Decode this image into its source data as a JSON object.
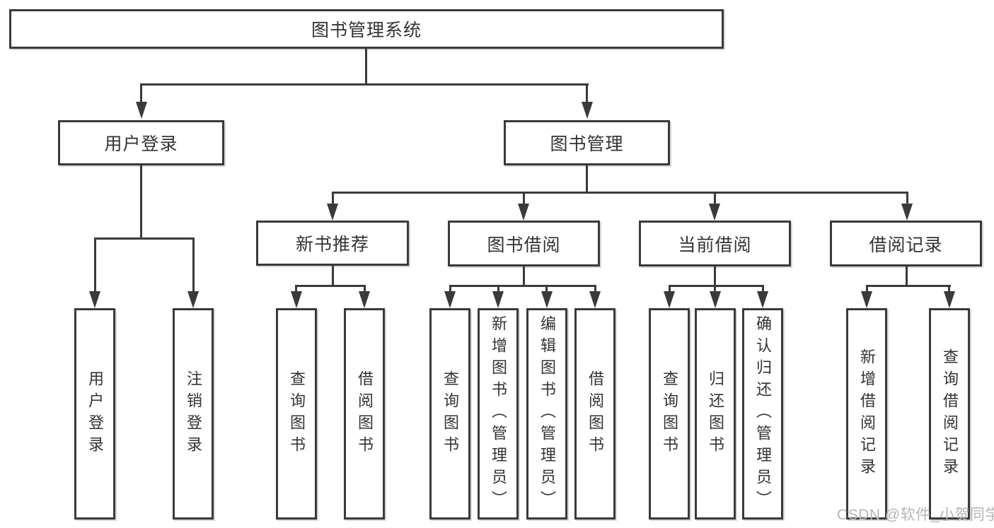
{
  "tree": {
    "root": {
      "label": "图书管理系统"
    },
    "branches": [
      {
        "label": "用户登录",
        "children": [
          {
            "label": "用户登录"
          },
          {
            "label": "注销登录"
          }
        ]
      },
      {
        "label": "图书管理",
        "children": [
          {
            "label": "新书推荐",
            "children": [
              {
                "label": "查询图书"
              },
              {
                "label": "借阅图书"
              }
            ]
          },
          {
            "label": "图书借阅",
            "children": [
              {
                "label": "查询图书"
              },
              {
                "label": "新增图书（管理员）"
              },
              {
                "label": "编辑图书（管理员）"
              },
              {
                "label": "借阅图书"
              }
            ]
          },
          {
            "label": "当前借阅",
            "children": [
              {
                "label": "查询图书"
              },
              {
                "label": "归还图书"
              },
              {
                "label": "确认归还（管理员）"
              }
            ]
          },
          {
            "label": "借阅记录",
            "children": [
              {
                "label": "新增借阅记录"
              },
              {
                "label": "查询借阅记录"
              }
            ]
          }
        ]
      }
    ]
  },
  "watermark": {
    "text": "CSDN @软件_小贺同学"
  },
  "colors": {
    "line": "#3a3a3a",
    "box_border": "#3a3a3a",
    "text": "#333333",
    "background": "#ffffff",
    "watermark": "#b5b5b5"
  }
}
